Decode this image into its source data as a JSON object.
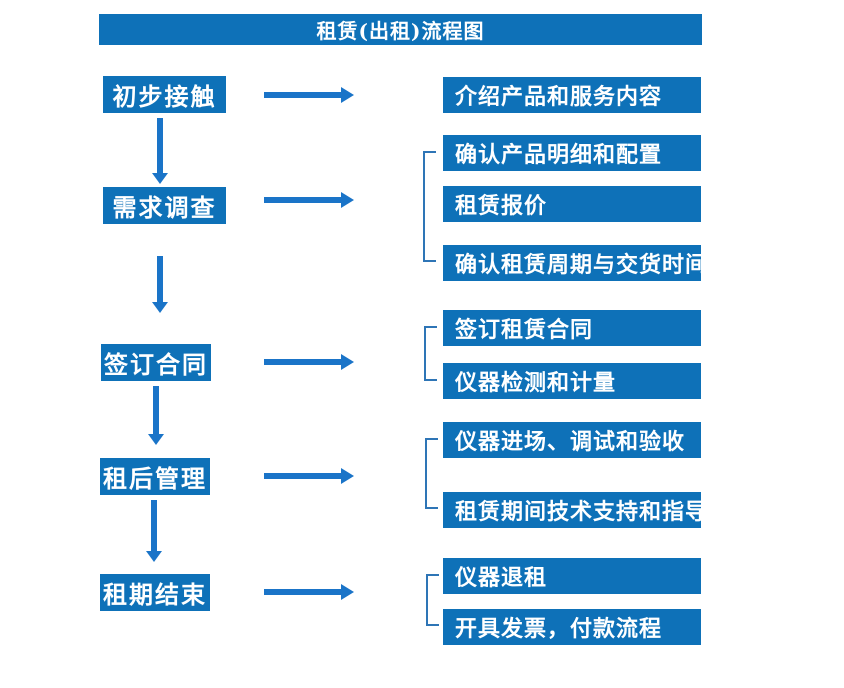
{
  "title": "租赁(出租)流程图",
  "steps": [
    {
      "label": "初步接触",
      "details": [
        "介绍产品和服务内容"
      ]
    },
    {
      "label": "需求调查",
      "details": [
        "确认产品明细和配置",
        "租赁报价",
        "确认租赁周期与交货时间"
      ]
    },
    {
      "label": "签订合同",
      "details": [
        "签订租赁合同",
        "仪器检测和计量"
      ]
    },
    {
      "label": "租后管理",
      "details": [
        "仪器进场、调试和验收",
        "租赁期间技术支持和指导"
      ]
    },
    {
      "label": "租期结束",
      "details": [
        "仪器退租",
        "开具发票，付款流程"
      ]
    }
  ],
  "colors": {
    "box_blue": "#0E71B8",
    "arrow_blue": "#1A74C8",
    "bracket_blue": "#2E75B6",
    "text_white": "#FFFFFF"
  }
}
